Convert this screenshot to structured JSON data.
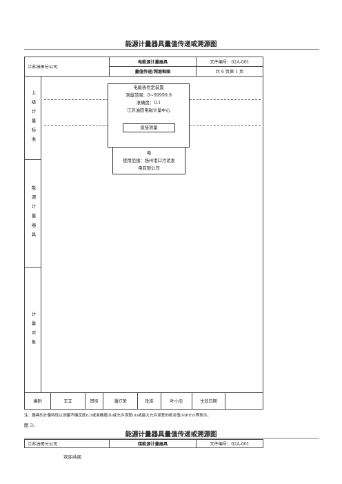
{
  "doc1": {
    "title": "能源计量器具量值传递或溯源图",
    "company": "江苏油田分公司",
    "category": "电能源计量器具",
    "subtitle": "量值传递/溯源框图",
    "file_no": "文件编号：02A-001",
    "pages": "共 6 页第 1 页",
    "sections": {
      "upstream": "上级计量标准",
      "instruments": "能源计量器具",
      "objects": "计量对象"
    },
    "standard_node": {
      "line1": "电能表检定装置",
      "line2": "测量范围：0~99999.9",
      "line3": "准确度：0.1",
      "line4": "江苏油田电磁计量中心",
      "method": "直接测量"
    },
    "meter_node": {
      "line1": "电",
      "line2": "使用范围：扬州港口污泥发",
      "line3": "电有限公司"
    },
    "footer": {
      "compiled_label": "编制",
      "compiled_by": "王立",
      "reviewed_label": "审核",
      "reviewed_by": "潘灯荣",
      "approved_label": "批准",
      "approved_by": "叶小忠",
      "effective_label": "生效日期"
    }
  },
  "note": "注：器具的计量特性以测量不确定度(U)或准确度(δ)或允许误差(Δ)或最大允许误差的绝对值(MPEV)等表示。",
  "figure_label": "图 3:",
  "doc2": {
    "title": "能源计量器具量值传递或溯源图",
    "company": "江苏油田分公司",
    "category": "煤能源计量器具",
    "file_no": "文件编号：02A-001"
  },
  "welcome": "欢迎共阅"
}
